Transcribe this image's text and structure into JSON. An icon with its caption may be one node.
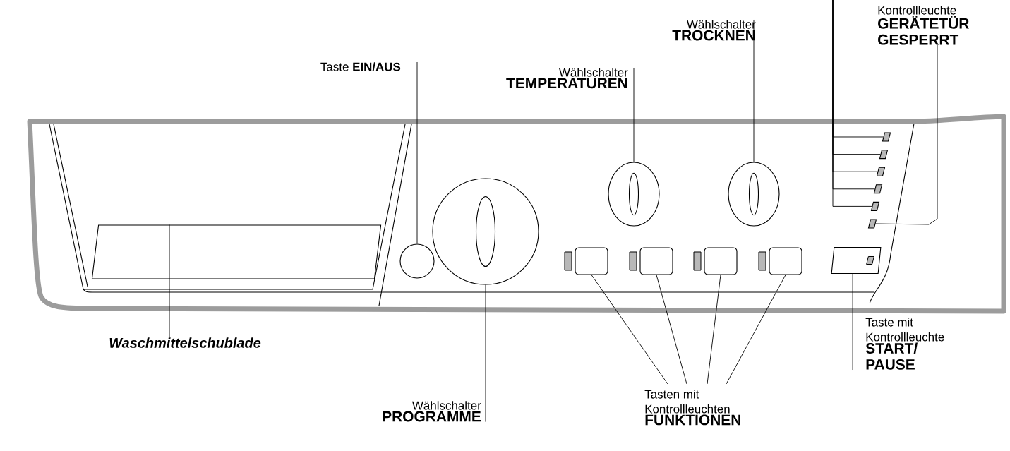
{
  "diagram": {
    "nodes": [
      {
        "text": [
          "Taste **EIN/AUS**"
        ]
      },
      {
        "text": [
          "Wählschalter",
          "TEMPERATUREN"
        ]
      },
      {
        "text": [
          "Wählschalter",
          "TROCKNEN"
        ]
      },
      {
        "text": [
          "Kontrollleuchte",
          "GERÄTETÜR GESPERRT"
        ]
      },
      {
        "text": [
          "Waschmittelschublade"
        ]
      },
      {
        "text": [
          "Wählschalter",
          "PROGRAMME"
        ]
      },
      {
        "text": [
          "Tasten mit Kontrollleuchten",
          "FUNKTIONEN"
        ]
      },
      {
        "text": [
          "Taste mit Kontrollleuchte",
          "START/ PAUSE"
        ]
      },
      {
        "text": [],
        "shape": "circle"
      },
      {
        "text": [],
        "shape": "circle"
      },
      {
        "text": [],
        "shape": "circle"
      },
      {
        "text": [],
        "shape": "circle"
      },
      {
        "text": [],
        "shape": "box"
      },
      {
        "text": [],
        "shape": "box"
      },
      {
        "text": [],
        "shape": "box"
      },
      {
        "text": [],
        "shape": "box"
      },
      {
        "text": [],
        "shape": "box"
      },
      {
        "text": [],
        "shape": "box"
      },
      {
        "text": [],
        "shape": "box"
      },
      {
        "text": [],
        "shape": "box"
      },
      {
        "text": [],
        "shape": "box"
      },
      {
        "text": [],
        "shape": "box"
      },
      {
        "text": [],
        "shape": "box"
      },
      {
        "text": [],
        "shape": "box"
      }
    ],
    "edges": [
      {
        "from": 0,
        "to": 8,
        "arrow": "none"
      },
      {
        "from": 1,
        "to": 9,
        "arrow": "none"
      },
      {
        "from": 2,
        "to": 10,
        "arrow": "none"
      },
      {
        "from": 3,
        "to": 17,
        "arrow": "none"
      },
      {
        "from": 4,
        "to": 18,
        "arrow": "none"
      },
      {
        "from": 5,
        "to": 11,
        "arrow": "none"
      },
      {
        "from": 6,
        "to": 19,
        "arrow": "none"
      },
      {
        "from": 6,
        "to": 20,
        "arrow": "none"
      },
      {
        "from": 6,
        "to": 21,
        "arrow": "none"
      },
      {
        "from": 6,
        "to": 22,
        "arrow": "none"
      },
      {
        "from": 7,
        "to": 23,
        "arrow": "none"
      },
      {
        "from": null,
        "to": 12,
        "arrow": "none"
      },
      {
        "from": null,
        "to": 13,
        "arrow": "none"
      },
      {
        "from": null,
        "to": 14,
        "arrow": "none"
      },
      {
        "from": null,
        "to": 15,
        "arrow": "none"
      },
      {
        "from": null,
        "to": 16,
        "arrow": "none"
      }
    ]
  }
}
